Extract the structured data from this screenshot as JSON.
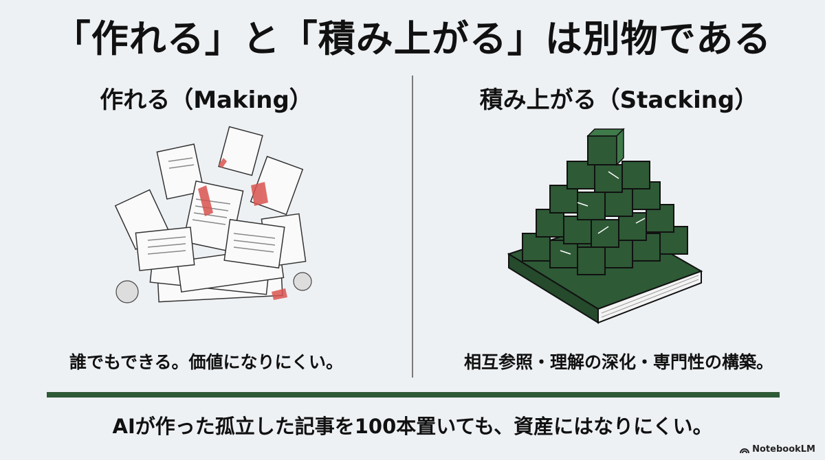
{
  "title": "「作れる」と「積み上がる」は別物である",
  "left": {
    "heading": "作れる（Making）",
    "caption": "誰でもできる。価値になりにくい。",
    "illustration_icon": "scattered-papers-icon"
  },
  "right": {
    "heading": "積み上がる（Stacking）",
    "caption": "相互参照・理解の深化・専門性の構築。",
    "illustration_icon": "stacked-blocks-on-book-icon"
  },
  "footer": "AIが作った孤立した記事を100本置いても、資産にはなりにくい。",
  "brand": {
    "label": "NotebookLM",
    "icon": "notebooklm-logo-icon"
  },
  "colors": {
    "accent_green": "#2e5a36",
    "accent_red": "#d9534f",
    "background": "#eef1f4"
  }
}
